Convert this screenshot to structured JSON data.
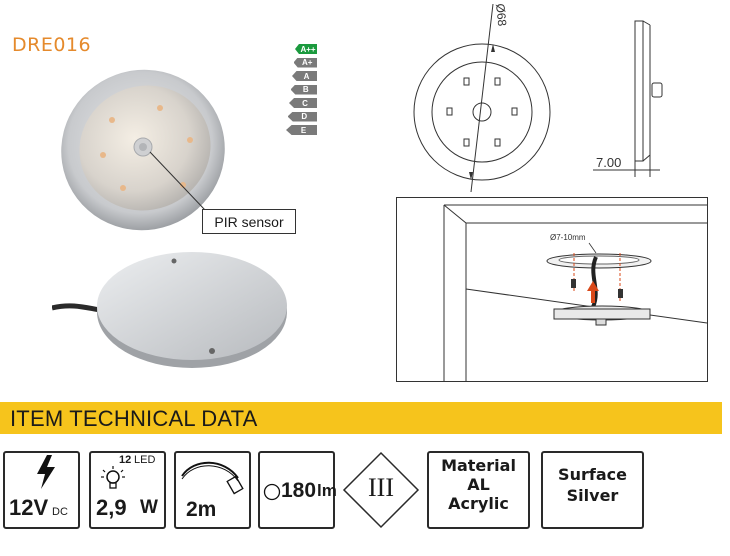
{
  "product": {
    "code": "DRE016",
    "pir_label": "PIR sensor"
  },
  "energy_classes": [
    {
      "label": "A++",
      "active": true
    },
    {
      "label": "A+",
      "active": false
    },
    {
      "label": "A",
      "active": false
    },
    {
      "label": "B",
      "active": false
    },
    {
      "label": "C",
      "active": false
    },
    {
      "label": "D",
      "active": false
    },
    {
      "label": "E",
      "active": false
    }
  ],
  "drawing": {
    "diameter_label": "Ø68",
    "thickness_label": "7.00",
    "hole_label": "Ø7-10mm"
  },
  "banner": {
    "title": "ITEM TECHNICAL DATA"
  },
  "specs": {
    "voltage": {
      "value": "12V",
      "unit": "DC"
    },
    "power": {
      "led_count": "12",
      "led_label": "LED",
      "value": "2,9",
      "unit": "W"
    },
    "cable": {
      "value": "2m"
    },
    "lumen": {
      "value": "180",
      "unit": "lm"
    },
    "protection_class": {
      "value": "III"
    },
    "material": {
      "line1": "Material",
      "line2": "AL",
      "line3": "Acrylic"
    },
    "surface": {
      "line1": "Surface",
      "line2": "Silver"
    }
  },
  "colors": {
    "banner": "#f6c41c",
    "product_code": "#e58a2c",
    "energy_active": "#1b9a3e",
    "energy_inactive": "#7a7a7a",
    "mount_arrow": "#d9491a"
  }
}
